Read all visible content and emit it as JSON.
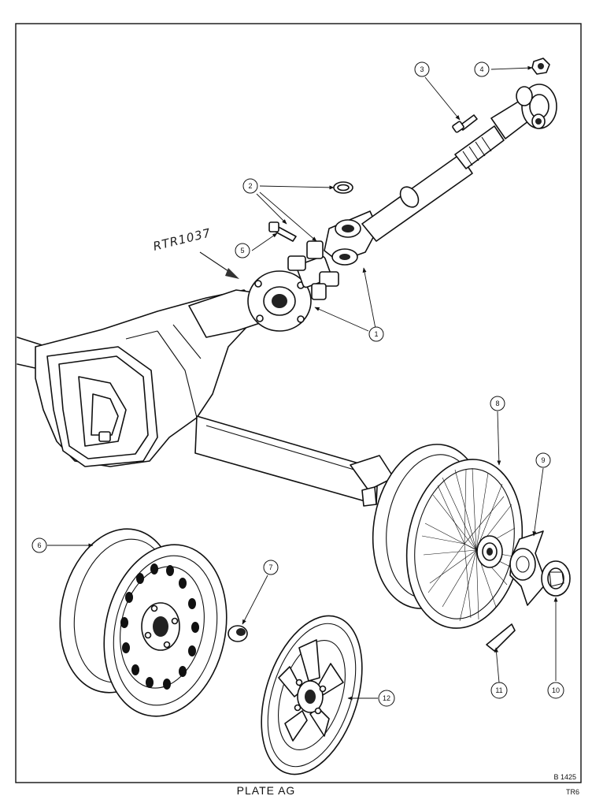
{
  "plate": {
    "title": "PLATE AG",
    "drawing_no": "B 1425",
    "model": "TR6",
    "handwritten_note": "RTR1037"
  },
  "callouts": [
    {
      "id": "1",
      "label": "1"
    },
    {
      "id": "2",
      "label": "2"
    },
    {
      "id": "3",
      "label": "3"
    },
    {
      "id": "4",
      "label": "4"
    },
    {
      "id": "5",
      "label": "5"
    },
    {
      "id": "6",
      "label": "6"
    },
    {
      "id": "7",
      "label": "7"
    },
    {
      "id": "8",
      "label": "8"
    },
    {
      "id": "9",
      "label": "9"
    },
    {
      "id": "10",
      "label": "10"
    },
    {
      "id": "11",
      "label": "11"
    },
    {
      "id": "12",
      "label": "12"
    }
  ]
}
